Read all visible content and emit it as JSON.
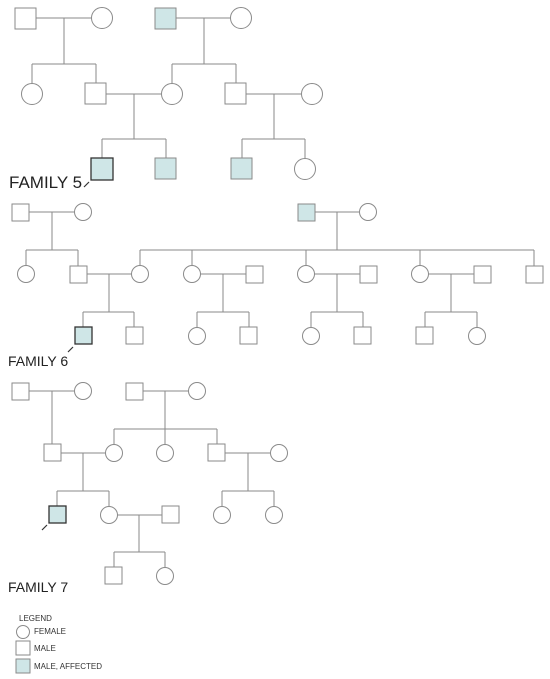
{
  "families": [
    {
      "label": "FAMILY 5"
    },
    {
      "label": "FAMILY 6"
    },
    {
      "label": "FAMILY 7"
    }
  ],
  "legend": {
    "title": "LEGEND",
    "items": [
      {
        "label": "FEMALE",
        "symbol": "circle",
        "affected": false
      },
      {
        "label": "MALE",
        "symbol": "square",
        "affected": false
      },
      {
        "label": "MALE, AFFECTED",
        "symbol": "square",
        "affected": true
      }
    ]
  },
  "colors": {
    "affected_fill": "#cfe6e7",
    "line": "#8a8a8a",
    "text": "#222222"
  }
}
